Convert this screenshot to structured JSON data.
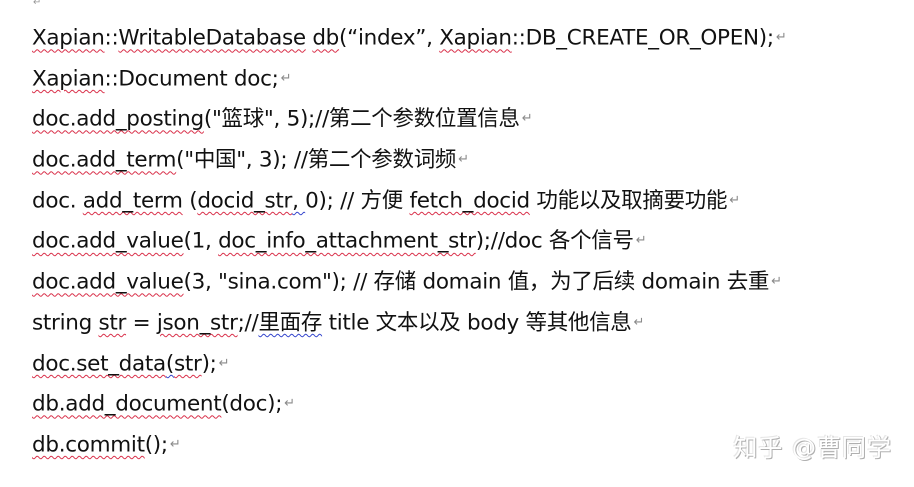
{
  "document": {
    "top_mark": "↵",
    "paragraph_mark": "↵",
    "lines": [
      {
        "segments": [
          {
            "text": "Xapian",
            "style": "sq"
          },
          {
            "text": "::",
            "style": ""
          },
          {
            "text": "WritableDatabase",
            "style": "sq"
          },
          {
            "text": " ",
            "style": ""
          },
          {
            "text": "db",
            "style": "sq"
          },
          {
            "text": "(“index”, ",
            "style": ""
          },
          {
            "text": "Xapian",
            "style": "sq"
          },
          {
            "text": "::DB_CREATE_OR_OPEN);",
            "style": ""
          }
        ]
      },
      {
        "segments": [
          {
            "text": "Xapian",
            "style": "sq"
          },
          {
            "text": "::Document doc;",
            "style": ""
          }
        ]
      },
      {
        "segments": [
          {
            "text": "doc.add_posting",
            "style": "sq"
          },
          {
            "text": "(\"篮球\", 5);//第二个参数位置信息",
            "style": ""
          }
        ]
      },
      {
        "segments": [
          {
            "text": "doc.add_term",
            "style": "sq"
          },
          {
            "text": "(\"中国\", 3); //第二个参数词频",
            "style": ""
          }
        ]
      },
      {
        "segments": [
          {
            "text": "doc. ",
            "style": ""
          },
          {
            "text": "add_term",
            "style": "sq"
          },
          {
            "text": " (",
            "style": ""
          },
          {
            "text": "docid_str",
            "style": "sq"
          },
          {
            "text": ",    ",
            "style": "sq-blue"
          },
          {
            "text": "0); //  方便 ",
            "style": ""
          },
          {
            "text": "fetch_docid",
            "style": "sq"
          },
          {
            "text": " 功能以及取摘要功能",
            "style": ""
          }
        ]
      },
      {
        "segments": [
          {
            "text": "doc.add_value",
            "style": "sq"
          },
          {
            "text": "(1, ",
            "style": ""
          },
          {
            "text": "doc_info_attachment_str",
            "style": "sq"
          },
          {
            "text": ");//doc 各个信号",
            "style": ""
          }
        ]
      },
      {
        "segments": [
          {
            "text": "doc.add_value",
            "style": "sq"
          },
          {
            "text": "(3, \"sina.com\"); //  存储 domain 值，为了后续 domain 去重",
            "style": ""
          }
        ]
      },
      {
        "segments": [
          {
            "text": "string ",
            "style": ""
          },
          {
            "text": "str",
            "style": "sq"
          },
          {
            "text": " = ",
            "style": ""
          },
          {
            "text": "json_str",
            "style": "sq"
          },
          {
            "text": ";//",
            "style": ""
          },
          {
            "text": "里面存",
            "style": "sq-blue"
          },
          {
            "text": " title 文本以及 body 等其他信息",
            "style": ""
          }
        ]
      },
      {
        "segments": [
          {
            "text": "doc.set_data",
            "style": "sq"
          },
          {
            "text": "(",
            "style": "sq-blue"
          },
          {
            "text": "str",
            "style": "sq"
          },
          {
            "text": ");",
            "style": ""
          }
        ]
      },
      {
        "segments": [
          {
            "text": "db.add_document",
            "style": "sq"
          },
          {
            "text": "(doc);",
            "style": ""
          }
        ]
      },
      {
        "segments": [
          {
            "text": "db.commit",
            "style": "sq"
          },
          {
            "text": "();",
            "style": ""
          }
        ]
      }
    ]
  },
  "watermark": {
    "text": "知乎 @曹同学"
  },
  "colors": {
    "spell_squiggle": "#d9304a",
    "grammar_squiggle": "#3344cc",
    "paragraph_mark": "#8a8a8a",
    "text": "#111111"
  }
}
